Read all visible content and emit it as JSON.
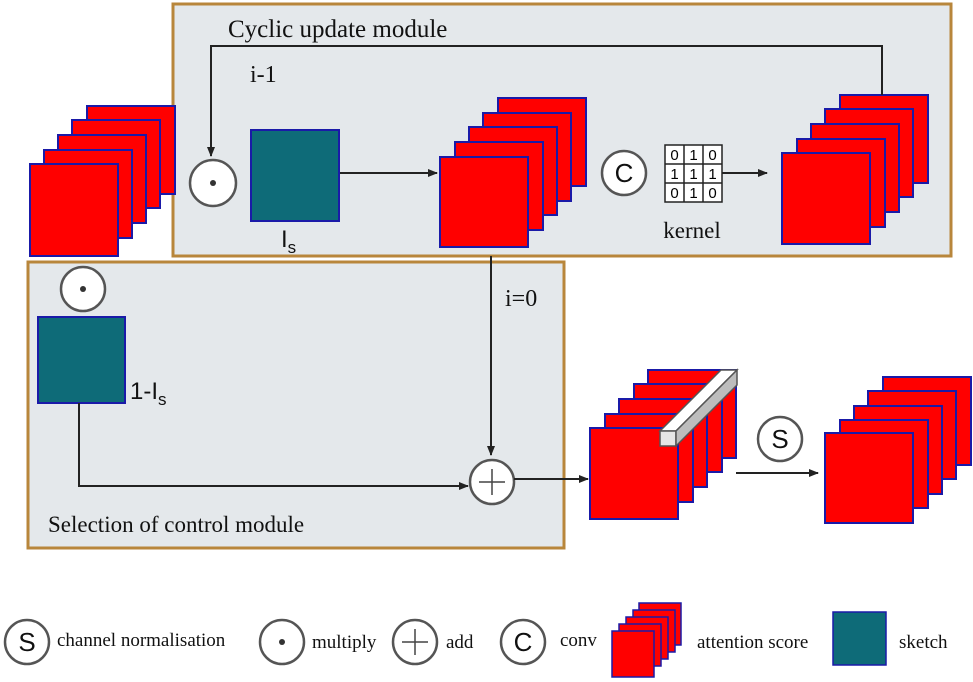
{
  "modules": {
    "cyclic": {
      "title": "Cyclic update module",
      "feedback_label": "i-1"
    },
    "selection": {
      "title": "Selection of control module"
    }
  },
  "labels": {
    "is_var": "I",
    "is_sub": "s",
    "one_minus_var": "1-I",
    "one_minus_sub": "s",
    "kernel": "kernel",
    "i0": "i=0"
  },
  "kernel_matrix": [
    [
      "0",
      "1",
      "0"
    ],
    [
      "1",
      "1",
      "1"
    ],
    [
      "0",
      "1",
      "0"
    ]
  ],
  "operators": {
    "multiply": "⊙",
    "conv": "C",
    "norm": "S"
  },
  "legend": {
    "norm_symbol": "S",
    "norm_label": "channel normalisation",
    "multiply_label": "multiply",
    "add_label": "add",
    "conv_symbol": "C",
    "conv_label": "conv",
    "attention_label": "attention score",
    "sketch_label": "sketch"
  },
  "colors": {
    "feature_map_fill": "#ff0000",
    "feature_map_stroke": "#1a1aa8",
    "sketch_fill": "#0e6b78",
    "sketch_stroke": "#1a1aa8",
    "module_fill": "#e4e8eb",
    "module_stroke": "#b8863b",
    "arrow": "#222222",
    "operator_stroke": "#555555"
  }
}
